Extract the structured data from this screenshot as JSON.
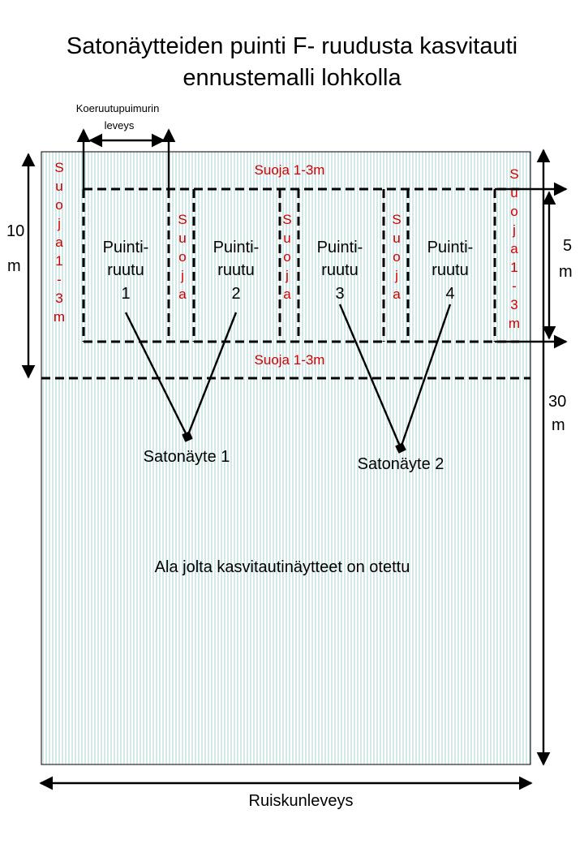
{
  "title": {
    "line1": "Satonäytteiden puinti F- ruudusta kasvitauti",
    "line2": "ennustemalli lohkolla"
  },
  "combine_width": {
    "line1": "Koeruutupuimurin",
    "line2": "leveys"
  },
  "buffer_horizontal": "Suoja 1-3m",
  "buffer_side_letters": [
    "S",
    "u",
    "o",
    "j",
    "a",
    "1",
    "-",
    "3",
    "m"
  ],
  "buffer_inner_letters": [
    "S",
    "u",
    "o",
    "j",
    "a"
  ],
  "plots": [
    {
      "line1": "Puinti-",
      "line2": "ruutu",
      "number": "1"
    },
    {
      "line1": "Puinti-",
      "line2": "ruutu",
      "number": "2"
    },
    {
      "line1": "Puinti-",
      "line2": "ruutu",
      "number": "3"
    },
    {
      "line1": "Puinti-",
      "line2": "ruutu",
      "number": "4"
    }
  ],
  "samples": [
    "Satonäyte 1",
    "Satonäyte 2"
  ],
  "dimensions": {
    "left_num": "10",
    "left_unit": "m",
    "right_small_num": "5",
    "right_small_unit": "m",
    "right_large_num": "30",
    "right_large_unit": "m"
  },
  "area_label": "Ala jolta kasvitautinäytteet on otettu",
  "bottom_label": "Ruiskunleveys",
  "colors": {
    "buffer_text": "#cc0000",
    "field_stripe": "#a9d1d4"
  }
}
